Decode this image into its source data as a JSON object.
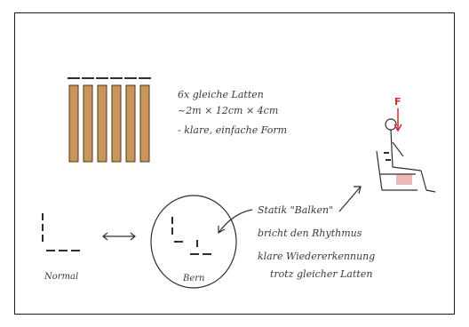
{
  "notes": {
    "line1": "6x gleiche Latten",
    "line2": "~2m × 12cm × 4cm",
    "line3": "- klare, einfache Form"
  },
  "labels": {
    "normal": "Normal",
    "bern": "Bern",
    "force": "F"
  },
  "annotation": {
    "line1": "Statik \"Balken\"",
    "line2": "bricht den Rhythmus",
    "line3": "klare Wiedererkennung",
    "line4": "trotz gleicher Latten"
  },
  "colors": {
    "wood": "#c9955a",
    "ink": "#2e2e2e",
    "force": "#d42a2a"
  }
}
